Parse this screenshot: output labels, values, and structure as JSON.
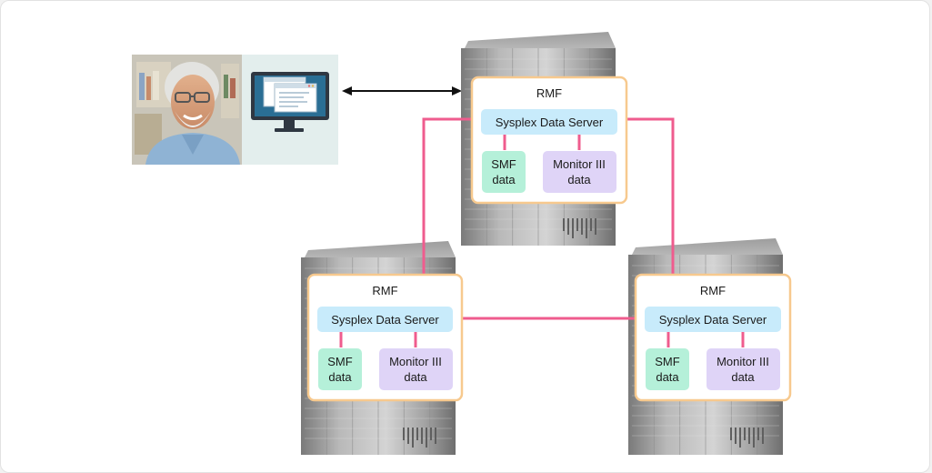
{
  "colors": {
    "link_line": "#ef5c8e",
    "rmf_border": "#f7c98e",
    "sysplex_fill": "#c8ebfb",
    "smf_fill": "#b5f0d9",
    "monitor_fill": "#dfd4f7",
    "server_dark": "#8c8c8c",
    "server_light": "#cfcfcf"
  },
  "systems": [
    {
      "rmf_label": "RMF",
      "sds_label": "Sysplex Data Server",
      "smf_line1": "SMF",
      "smf_line2": "data",
      "mon_line1": "Monitor III",
      "mon_line2": "data"
    },
    {
      "rmf_label": "RMF",
      "sds_label": "Sysplex Data Server",
      "smf_line1": "SMF",
      "smf_line2": "data",
      "mon_line1": "Monitor III",
      "mon_line2": "data"
    },
    {
      "rmf_label": "RMF",
      "sds_label": "Sysplex Data Server",
      "smf_line1": "SMF",
      "smf_line2": "data",
      "mon_line1": "Monitor III",
      "mon_line2": "data"
    }
  ],
  "user_panel": {
    "photo_icon": "user-photo",
    "monitor_icon": "desktop-monitor-icon"
  }
}
